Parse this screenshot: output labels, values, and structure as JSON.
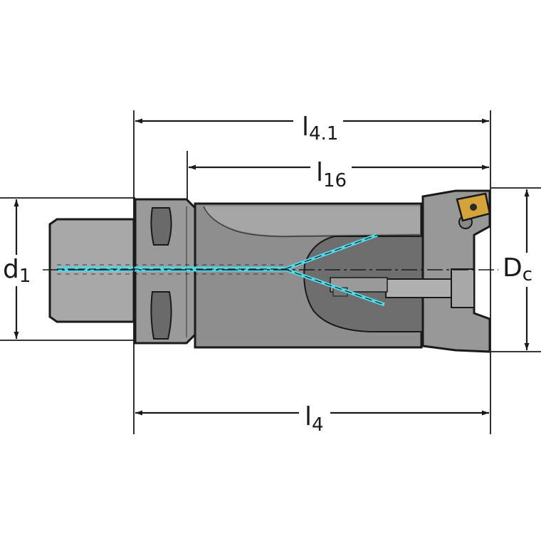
{
  "dimensions": {
    "l41": {
      "main": "l",
      "sub": "4.1"
    },
    "l16": {
      "main": "l",
      "sub": "16"
    },
    "l4": {
      "main": "l",
      "sub": "4"
    },
    "d1": {
      "main": "d",
      "sub": "1"
    },
    "dc": {
      "main": "D",
      "sub": "c"
    }
  },
  "colors": {
    "body_dark": "#8c8c8c",
    "body_mid": "#9e9e9e",
    "body_light": "#b4b4b4",
    "cavity": "#6f6f6f",
    "outline": "#1a1a1a",
    "coolant": "#4fd8e8",
    "insert": "#d4a33a"
  }
}
